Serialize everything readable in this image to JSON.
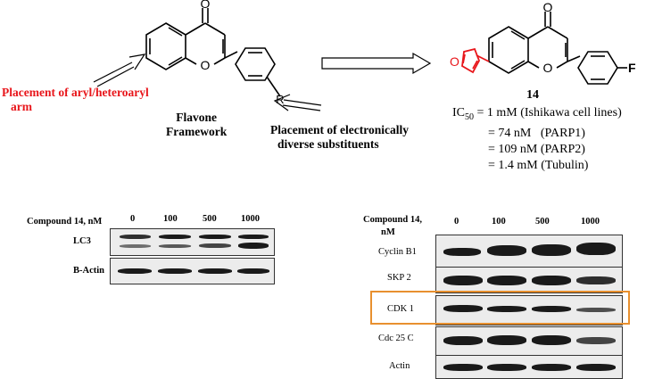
{
  "scheme": {
    "left_label_red": [
      "Placement of aryl/heteroaryl",
      "arm"
    ],
    "left_label_framework": [
      "Flavone",
      "Framework"
    ],
    "right_label_substituents": [
      "Placement of electronically",
      "diverse substituents"
    ],
    "R_group": "R",
    "carbonyl_O": "O",
    "ring_O": "O",
    "compound_number": "14",
    "fluoro": "F",
    "furan_O": "O",
    "activities": [
      {
        "prefix": "IC",
        "sub": "50",
        "text": " = 1 mM (Ishikawa cell lines)"
      },
      {
        "text": "= 74 nM   (PARP1)"
      },
      {
        "text": "= 109 nM (PARP2)"
      },
      {
        "text": "= 1.4 mM (Tubulin)"
      }
    ]
  },
  "blot_left": {
    "header_label": "Compound  14, nM",
    "doses": [
      "0",
      "100",
      "500",
      "1000"
    ],
    "rows": [
      {
        "label": "LC3"
      },
      {
        "label": "B-Actin"
      }
    ]
  },
  "blot_right": {
    "header_label_lines": [
      "Compound  14,",
      "nM"
    ],
    "doses": [
      "0",
      "100",
      "500",
      "1000"
    ],
    "rows": [
      {
        "label": "Cyclin  B1"
      },
      {
        "label": "SKP 2"
      },
      {
        "label": "CDK 1"
      },
      {
        "label": "Cdc 25 C"
      },
      {
        "label": "Actin"
      }
    ],
    "highlight_color": "#e8902f"
  },
  "colors": {
    "red": "#e8161b",
    "black": "#000000"
  }
}
